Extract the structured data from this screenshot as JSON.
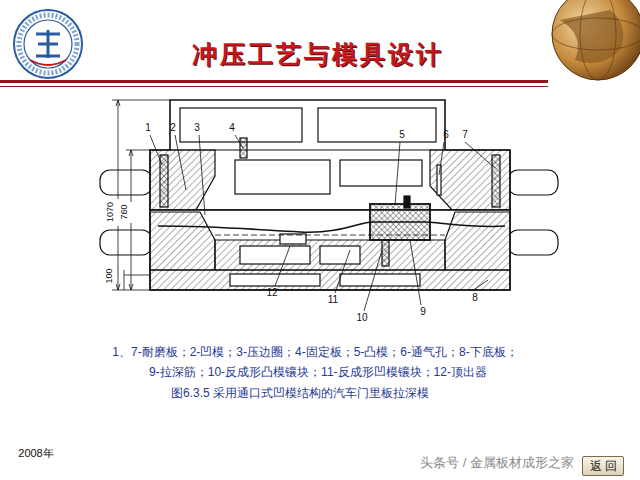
{
  "diagram": {
    "title": "冲压工艺与模具设计",
    "caption": "图6.3.5 采用通口式凹模结构的汽车门里板拉深模",
    "nodes": [
      {
        "text": [
          "返 回"
        ]
      }
    ],
    "labels": [
      "1",
      "2",
      "3",
      "4",
      "5",
      "6",
      "7",
      "12",
      "11",
      "10",
      "9",
      "8",
      "1070",
      "760",
      "100",
      "1、7-耐磨板；2-凹模；3-压边圈；4-固定板；5-凸模；6-通气孔；8-下底板；",
      "9-拉深筋；10-反成形凸模镶块；11-反成形凹模镶块；12-顶出器",
      "2008年",
      "头条号 / 金属板材成形之家"
    ]
  }
}
